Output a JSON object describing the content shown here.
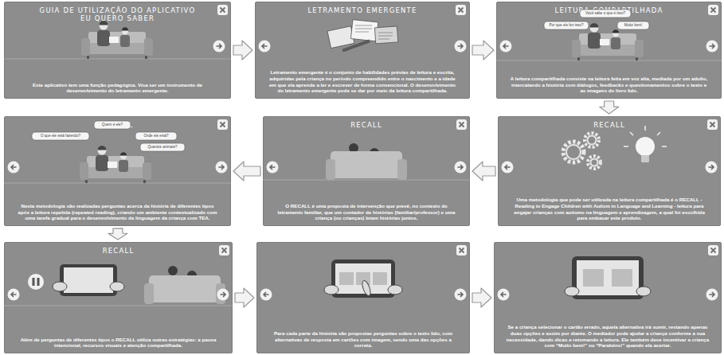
{
  "diagram": {
    "nodes": [
      {
        "text": [
          "GUIA DE UTILIZAÇÃO DO APLICATIVO EU QUERO SABER",
          "Este aplicativo tem uma função pedagógica. Visa ser um instrumento de desenvolvimento do letramento emergente."
        ]
      },
      {
        "text": [
          "LETRAMENTO EMERGENTE",
          "Letramento emergente é o conjunto de habilidades prévias de leitura e escrita, adquiridas pela criança no período compreendido entre o nascimento e a idade em que ela aprende a ler e escrever de forma convencional. O desenvolvimento do letramento emergente pode se dar por meio da leitura compartilhada."
        ]
      },
      {
        "text": [
          "LEITURA COMPARTILHADA",
          "A leitura compartilhada consiste na leitura feita em voz alta, mediada por um adulto, intercalando a história com diálogos, feedbacks e questionamentos sobre o texto e as imagens do livro lido."
        ]
      },
      {
        "text": [
          "RECALL",
          "Uma metodologia que pode ser utilizada na leitura compartilhada é o RECALL - Reading to Engage Children with Autism in Language and Learning - leitura para engajar crianças com autismo na linguagem e aprendizagem, a qual foi escolhida para embasar este produto."
        ]
      },
      {
        "text": [
          "RECALL",
          "O RECALL é uma proposta de intervenção que prevê, no contexto do letramento familiar, que um contador de histórias (familiar/professor) e uma criança (ou crianças) leiam histórias juntos."
        ]
      },
      {
        "text": [
          "RECALL",
          "Nesta metodologia são realizadas perguntas acerca da história de diferentes tipos após a leitura repetida (repeated reading), criando um ambiente contextualizado com uma tarefa gradual para o desenvolvimento da linguagem da criança com TEA."
        ]
      },
      {
        "text": [
          "RECALL",
          "Além de perguntas de diferentes tipos o RECALL utiliza outras estratégias: a pausa intencional, recursos visuais e atenção compartilhada."
        ]
      },
      {
        "text": [
          "Para cada parte da história são propostas perguntas sobre o texto lido, com alternativas de resposta em cartões com imagem, sendo uma das opções a correta."
        ]
      },
      {
        "text": [
          "Se a criança selecionar o cartão errado, aquela alternativa irá sumir, restando apenas duas opções e assim por diante. O mediador pode ajudar a criança conforme a sua necessidade, dando dicas e retomando a leitura. Ele também deve incentivar a criança com “Muito bem!” ou “Parabéns!” quando ela acertar."
        ]
      }
    ],
    "edges": [
      {
        "from": 0,
        "to": 1,
        "arrow": "to"
      },
      {
        "from": 1,
        "to": 2,
        "arrow": "to"
      },
      {
        "from": 2,
        "to": 3,
        "arrow": "to"
      },
      {
        "from": 3,
        "to": 4,
        "arrow": "to"
      },
      {
        "from": 4,
        "to": 5,
        "arrow": "to"
      },
      {
        "from": 5,
        "to": 6,
        "arrow": "to"
      },
      {
        "from": 6,
        "to": 7,
        "arrow": "to"
      },
      {
        "from": 7,
        "to": 8,
        "arrow": "to"
      }
    ],
    "labels": [
      "Você sabe o que é isso?",
      "Por que ele fez isso?",
      "Muito bem!",
      "Quem é ele?",
      "O que ele está fazendo?",
      "Onde ele está?",
      "Quantos animais?"
    ]
  }
}
